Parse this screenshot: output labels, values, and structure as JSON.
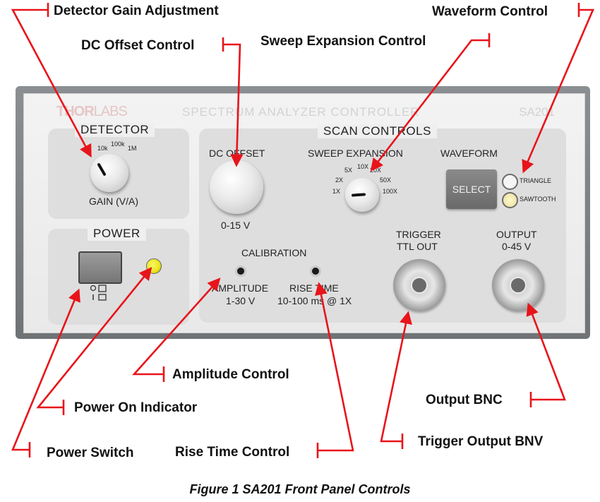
{
  "panel": {
    "brand_thor": "THOR",
    "brand_labs": "LABS",
    "title": "SPECTRUM ANALYZER CONTROLLER",
    "model": "SA201",
    "detector": {
      "title": "DETECTOR",
      "gain_10k": "10k",
      "gain_100k": "100k",
      "gain_1m": "1M",
      "gain_label": "GAIN (V/A)"
    },
    "power": {
      "title": "POWER"
    },
    "scan": {
      "title": "SCAN CONTROLS",
      "dc_offset": "DC OFFSET",
      "dc_range": "0-15 V",
      "sweep": "SWEEP EXPANSION",
      "sweep_ticks": [
        "1X",
        "2X",
        "5X",
        "10X",
        "20X",
        "50X",
        "100X"
      ],
      "waveform": "WAVEFORM",
      "select": "SELECT",
      "triangle": "TRIANGLE",
      "sawtooth": "SAWTOOTH",
      "calibration": "CALIBRATION",
      "amplitude": "AMPLITUDE",
      "amplitude_range": "1-30 V",
      "rise_time": "RISE TIME",
      "rise_range": "10-100 ms @ 1X",
      "trigger_1": "TRIGGER",
      "trigger_2": "TTL OUT",
      "output_1": "OUTPUT",
      "output_2": "0-45 V"
    }
  },
  "callouts": {
    "detector_gain": "Detector Gain Adjustment",
    "dc_offset": "DC Offset Control",
    "sweep_expansion": "Sweep Expansion Control",
    "waveform": "Waveform Control",
    "amplitude": "Amplitude Control",
    "power_indicator": "Power On Indicator",
    "power_switch": "Power Switch",
    "rise_time": "Rise Time Control",
    "output_bnc": "Output BNC",
    "trigger_bnc": "Trigger Output BNV"
  },
  "caption": "Figure 1  SA201 Front Panel Controls",
  "colors": {
    "callout_line": "#e8141b",
    "led_on": "#e8e61a"
  }
}
